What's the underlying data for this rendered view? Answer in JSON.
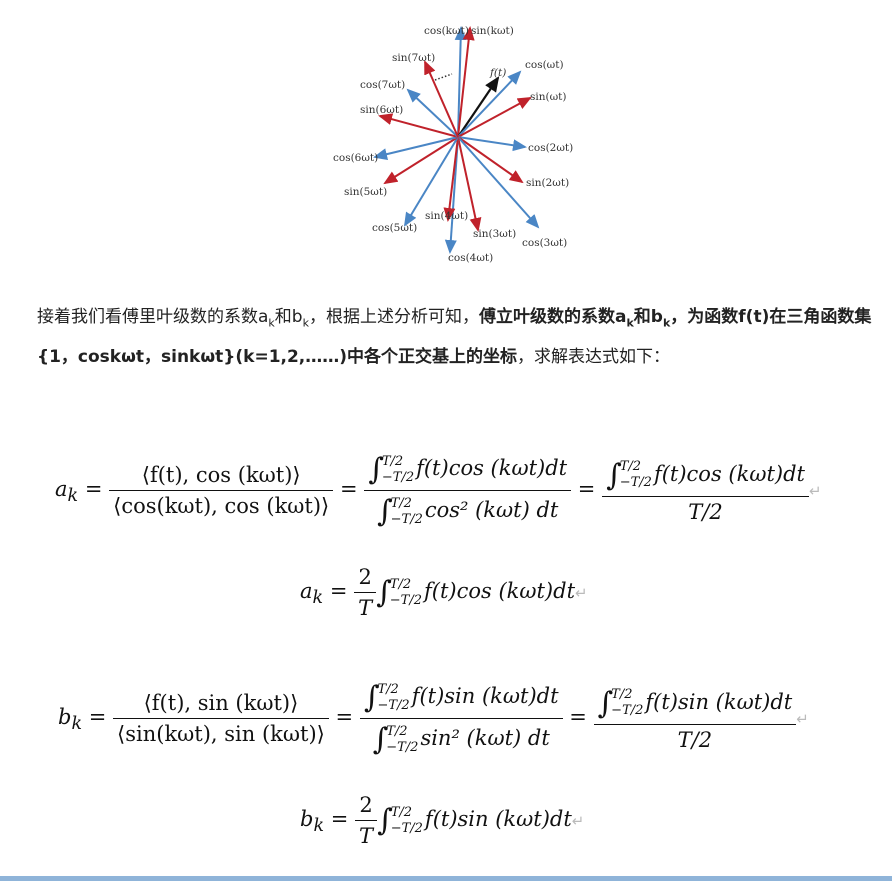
{
  "figure": {
    "labels": {
      "cos_kwt": "cos(kωt)",
      "sin_kwt": "sin(kωt)",
      "f_t": "f(t)",
      "cos_wt": "cos(ωt)",
      "sin_wt": "sin(ωt)",
      "cos_2wt": "cos(2ωt)",
      "sin_2wt": "sin(2ωt)",
      "cos_3wt": "cos(3ωt)",
      "sin_3wt": "sin(3ωt)",
      "cos_4wt": "cos(4ωt)",
      "sin_4wt": "sin(4ωt)",
      "cos_5wt": "cos(5ωt)",
      "sin_5wt": "sin(5ωt)",
      "cos_6wt": "cos(6ωt)",
      "sin_6wt": "sin(6ωt)",
      "cos_7wt": "cos(7ωt)",
      "sin_7wt": "sin(7ωt)"
    },
    "colors": {
      "cos": "#4a86c5",
      "sin": "#c0222b",
      "f": "#111111"
    }
  },
  "paragraph": {
    "t1": "接着我们看傅里叶级数的系数a",
    "sub_k1": "k",
    "t2": "和b",
    "sub_k2": "k",
    "t3": "，根据上述分析可知，",
    "b1": "傅立叶级数的系数a",
    "sub_k3": "k",
    "b2": "和b",
    "sub_k4": "k",
    "b3": "，为函数f(t)在三角函数集{1，coskωt，sinkωt}(k=1,2,……)中各个正交基上的坐标",
    "t4": "，求解表达式如下："
  },
  "equations": {
    "a_lhs": "a",
    "b_lhs": "b",
    "k": "k",
    "eq": "=",
    "a_inner_num": "⟨f(t), cos (kωt)⟩",
    "a_inner_den": "⟨cos(kωt), cos (kωt)⟩",
    "b_inner_num": "⟨f(t), sin (kωt)⟩",
    "b_inner_den": "⟨sin(kωt), sin (kωt)⟩",
    "upper": "T/2",
    "lower": "−T/2",
    "a_integrand": "f(t)cos (kωt)dt",
    "b_integrand": "f(t)sin (kωt)dt",
    "a_den_integrand": "cos² (kωt) dt",
    "b_den_integrand": "sin² (kωt) dt",
    "half_period": "T/2",
    "two": "2",
    "T": "T",
    "integral": "∫",
    "ret": "↵"
  }
}
